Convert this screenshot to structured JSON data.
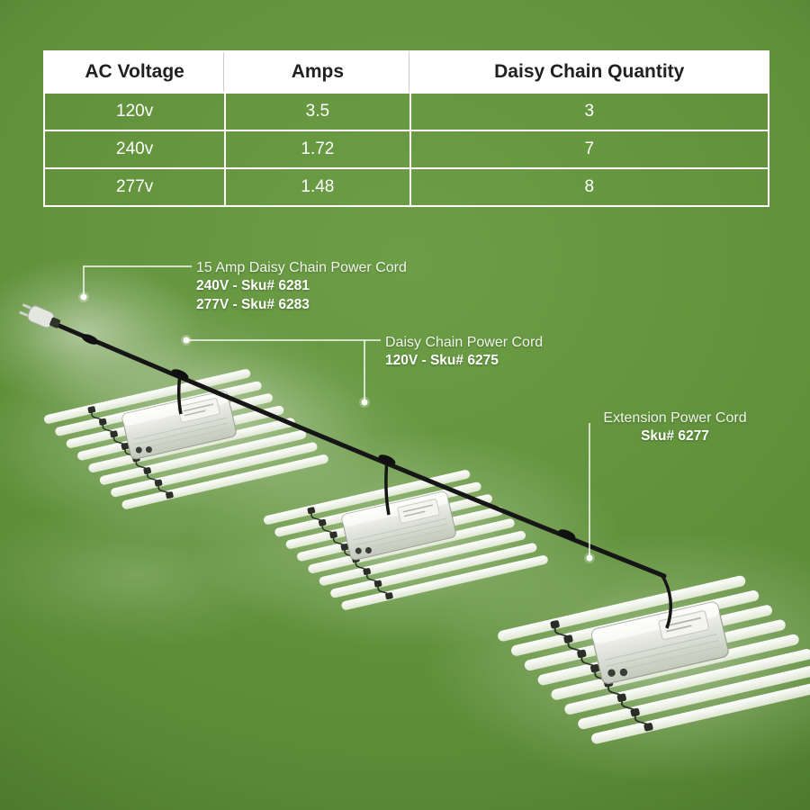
{
  "colors": {
    "background_green": "#5f9039",
    "table_header_bg": "#ffffff",
    "table_header_text": "#212121",
    "table_border": "#ffffff",
    "body_text": "#ffffff",
    "cord_black": "#161616",
    "fixture_bar_white": "#f6f8f1"
  },
  "table": {
    "headers": [
      "AC Voltage",
      "Amps",
      "Daisy Chain Quantity"
    ],
    "rows": [
      [
        "120v",
        "3.5",
        "3"
      ],
      [
        "240v",
        "1.72",
        "7"
      ],
      [
        "277v",
        "1.48",
        "8"
      ]
    ]
  },
  "callouts": {
    "fifteen_amp": {
      "title": "15 Amp Daisy Chain Power Cord",
      "line1": "240V - Sku# 6281",
      "line2": "277V - Sku# 6283"
    },
    "daisy_chain": {
      "title": "Daisy Chain Power Cord",
      "line1": "120V - Sku# 6275"
    },
    "extension": {
      "title": "Extension Power Cord",
      "line1": "Sku# 6277"
    }
  }
}
